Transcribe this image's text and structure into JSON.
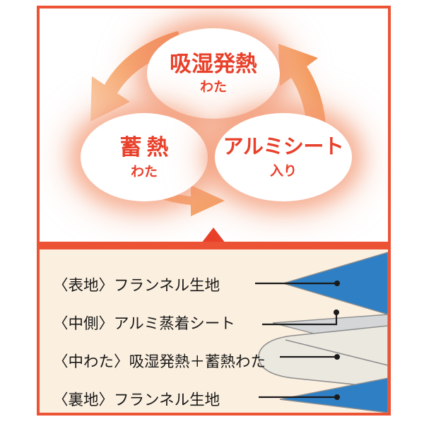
{
  "frame": {
    "border_color": "#ec5335",
    "panel_background": "#fbefdf",
    "top_background": "#ffffff"
  },
  "cycle": {
    "title_color": "#e8402a",
    "bubbles": [
      {
        "id": "top",
        "main": "吸湿発熱",
        "sub": "わた"
      },
      {
        "id": "left",
        "main": "蓄熱",
        "sub": "わた"
      },
      {
        "id": "right",
        "main": "アルミシート",
        "sub": "入り"
      }
    ],
    "arrows": [
      {
        "id": "top-to-left",
        "direction": "down-left"
      },
      {
        "id": "left-to-right",
        "direction": "right"
      },
      {
        "id": "right-to-top",
        "direction": "up-left"
      }
    ],
    "arrow_color": "#f4a26a"
  },
  "divider": {
    "bar_color": "#ec5335",
    "pointer_color": "#e8402a"
  },
  "layers": {
    "items": [
      {
        "label": "〈表地〉フランネル生地",
        "material": "flannel",
        "color": "#2e7fc4"
      },
      {
        "label": "〈中側〉アルミ蒸着シート",
        "material": "aluminum",
        "color": "#d4d6d8"
      },
      {
        "label": "〈中わた〉吸湿発熱＋蓄熱わた",
        "material": "wadding",
        "color": "#ebe8e0"
      },
      {
        "label": "〈裏地〉フランネル生地",
        "material": "flannel",
        "color": "#2e7fc4"
      }
    ],
    "leader_color": "#1a1a1a"
  }
}
